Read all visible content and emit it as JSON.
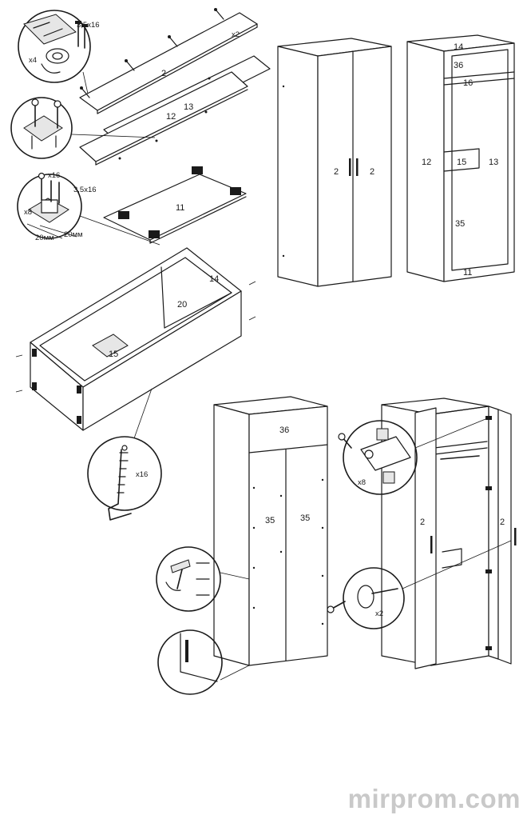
{
  "labels": {
    "screw_size": "3,5x16",
    "qty_x2": "x2",
    "qty_x4": "x4",
    "qty_x16": "x16",
    "qty_x8": "x8",
    "dim_20mm": "20мм",
    "part_2": "2",
    "part_11": "11",
    "part_12": "12",
    "part_13": "13",
    "part_14": "14",
    "part_15": "15",
    "part_16": "16",
    "part_20": "20",
    "part_35": "35",
    "part_36": "36"
  },
  "watermark": "mirprom.com",
  "colors": {
    "line": "#1a1a1a",
    "background": "#ffffff",
    "watermark": "#c9c9c9"
  },
  "icons": [
    "magnifier-callout",
    "screw-icon",
    "cam-lock-icon",
    "hammer-icon",
    "hinge-icon",
    "knob-icon",
    "hex-key-icon",
    "foot-pad-icon"
  ]
}
